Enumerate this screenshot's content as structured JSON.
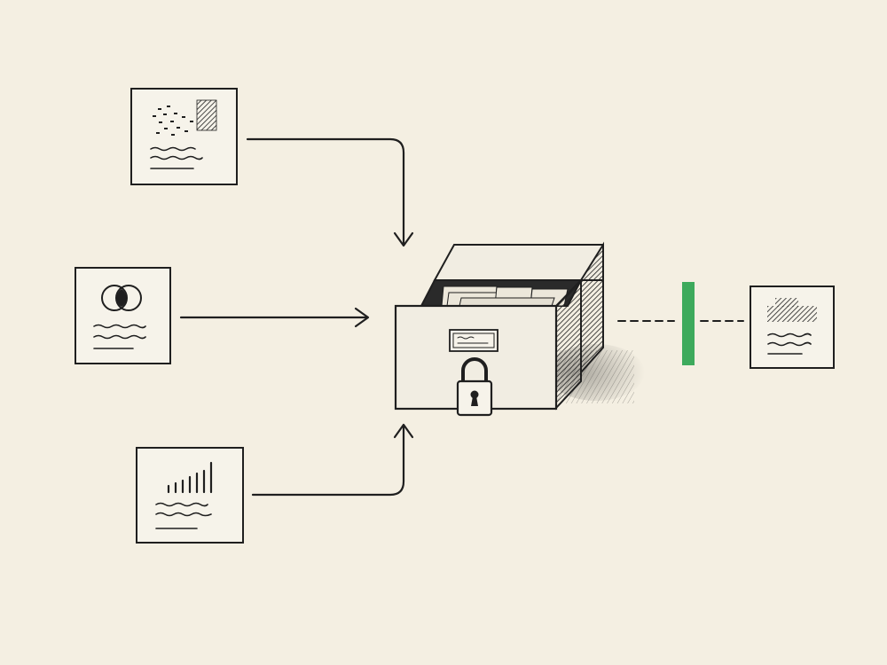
{
  "colors": {
    "background": "#f4efe2",
    "ink": "#1f1f1f",
    "paper": "#f6f3ea",
    "accent": "#3daa5c"
  },
  "diagram": {
    "inputs": [
      {
        "name": "document-with-scatter-and-image",
        "icon": "scatter-dots-icon"
      },
      {
        "name": "document-with-venn-diagram",
        "icon": "venn-diagram-icon"
      },
      {
        "name": "document-with-bar-chart",
        "icon": "bar-chart-icon"
      }
    ],
    "storage": {
      "name": "locked-file-drawer",
      "lock_icon": "padlock-icon"
    },
    "gate": {
      "name": "green-barrier",
      "color": "#3daa5c"
    },
    "output": {
      "name": "document-with-image-blocks",
      "icon": "image-blocks-icon"
    }
  }
}
